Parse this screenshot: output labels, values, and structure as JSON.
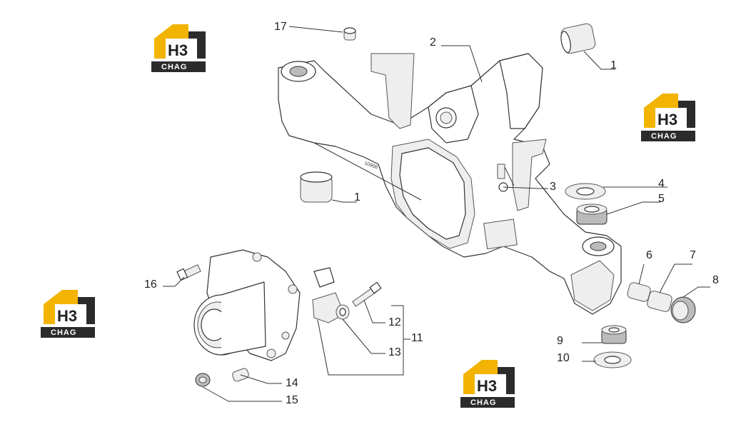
{
  "brand": {
    "logo_main": "H3",
    "logo_sub": "CHAG",
    "colors": {
      "accent": "#f2b400",
      "dark": "#2b2b2b"
    }
  },
  "callouts": {
    "c1a": "1",
    "c1b": "1",
    "c2": "2",
    "c3": "3",
    "c4": "4",
    "c5": "5",
    "c6": "6",
    "c7": "7",
    "c8": "8",
    "c9": "9",
    "c10": "10",
    "c11": "11",
    "c12": "12",
    "c13": "13",
    "c14": "14",
    "c15": "15",
    "c16": "16",
    "c17": "17"
  },
  "stamp_text": "10906"
}
